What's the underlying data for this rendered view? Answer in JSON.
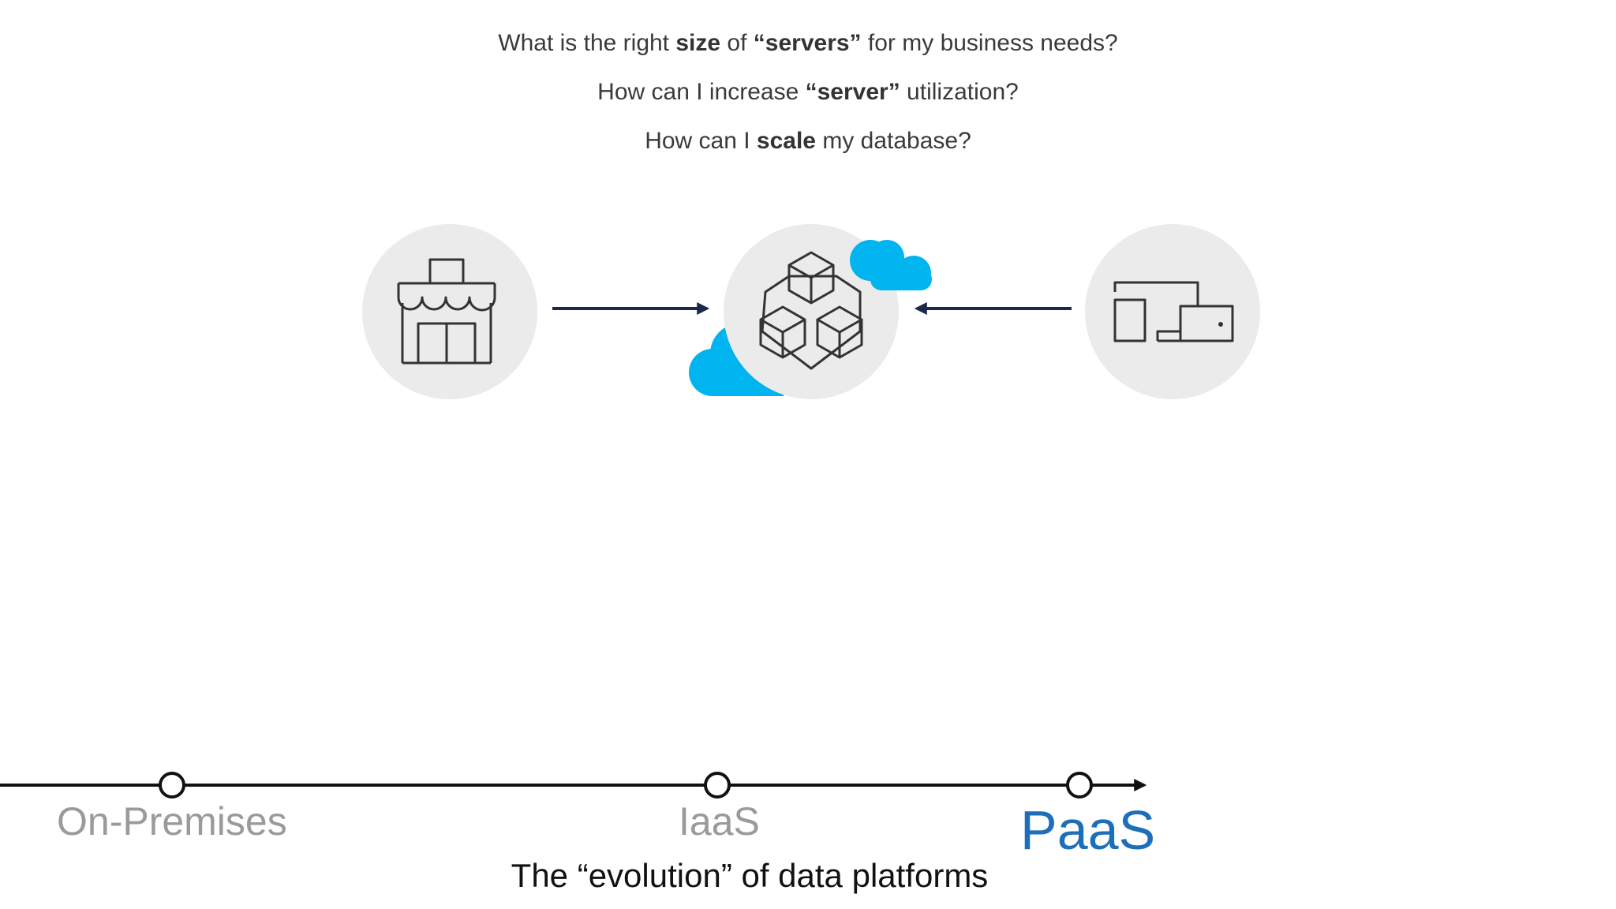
{
  "questions": [
    {
      "pre": "What is the right ",
      "b1": "size",
      "mid": " of ",
      "b2": "“servers”",
      "post": " for my business needs?"
    },
    {
      "pre": "How can I increase ",
      "b1": "“server”",
      "post": " utilization?"
    },
    {
      "pre": "How can I ",
      "b1": "scale",
      "post": " my database?"
    }
  ],
  "icons": {
    "left": "storefront-icon",
    "center": "cubes-cloud-icon",
    "right": "devices-icon"
  },
  "timeline": {
    "stages": [
      "On-Premises",
      "IaaS",
      "PaaS"
    ],
    "active_stage": "PaaS"
  },
  "caption": "The “evolution” of data platforms",
  "colors": {
    "circle_bg": "#ebebeb",
    "icon_stroke": "#333333",
    "cloud": "#00b4f0",
    "arrow": "#1b2a4a",
    "inactive_label": "#9a9a9a",
    "active_label": "#1e6fba",
    "timeline": "#111111"
  }
}
